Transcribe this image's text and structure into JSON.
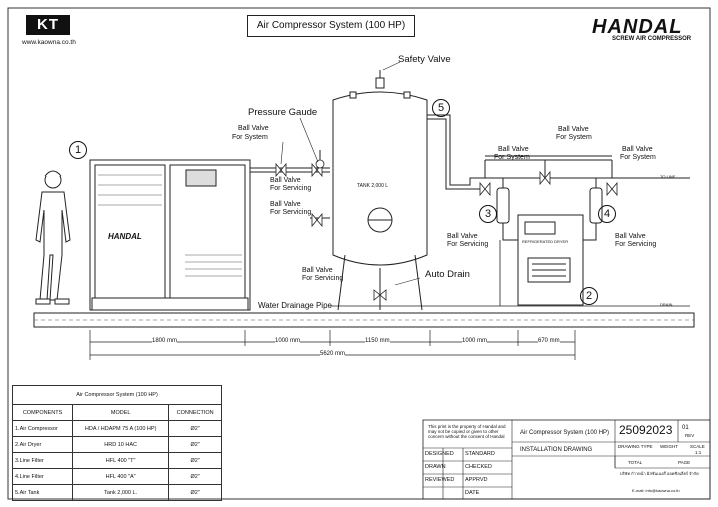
{
  "header": {
    "logo_text": "KT",
    "website": "www.kaowna.co.th",
    "title": "Air Compressor System (100 HP)",
    "brand_name": "HANDAL",
    "brand_tagline": "SCREW AIR COMPRESSOR"
  },
  "labels": {
    "safety_valve": "Safety Valve",
    "pressure_gauge": "Pressure Gaude",
    "ball_valve": "Ball Valve",
    "for_system": "For System",
    "for_servicing": "For Servicing",
    "auto_drain": "Auto Drain",
    "water_drainage_pipe": "Water Drainage Pipe",
    "to_line": "TO LINE",
    "drain": "DRAIN",
    "tank_text": "TANK 2,000 L",
    "dryer_text": "REFRIGERATED DRYER",
    "compressor_text": "HANDAL"
  },
  "callouts": [
    "1",
    "2",
    "3",
    "4",
    "5"
  ],
  "dimensions": {
    "d1": "1800 mm",
    "d2": "1000 mm",
    "d3": "1150 mm",
    "d4": "1000 mm",
    "d5": "670 mm",
    "total": "5620 mm"
  },
  "parts_table": {
    "title": "Air Compressor System (100 HP)",
    "headers": [
      "COMPONENTS",
      "MODEL",
      "CONNECTION"
    ],
    "rows": [
      [
        "1.Air Compressor",
        "HDA / HDAPM 75 A (100 HP)",
        "Ø2\""
      ],
      [
        "2.Air Dryer",
        "HRD 10 HAC",
        "Ø2\""
      ],
      [
        "3.Line Filter",
        "HFL 400 \"T\"",
        "Ø2\""
      ],
      [
        "4.Line Filter",
        "HFL 400 \"A\"",
        "Ø2\""
      ],
      [
        "5.Air Tank",
        "Tank 2,000 L.",
        "Ø2\""
      ]
    ]
  },
  "title_block": {
    "notice": "This print is the property of Handal and may not be copied or given to other concern without the consent of Handal",
    "drawing_title": "Air Compressor System (100 HP)",
    "drawing_type": "INSTALLATION DRAWING",
    "doc_number": "25092023",
    "rev": "01",
    "rev_label": "REV",
    "drawing_type_label": "DRAWING TYPE",
    "weight_label": "WEIGHT",
    "scale_label": "SCALE",
    "scale_value": "1:1",
    "total_label": "TOTAL",
    "page_label": "PAGE",
    "designed": "DESIGNED",
    "drawn": "DRAWN",
    "reviewed": "REVIEWED",
    "standard": "STANDARD",
    "checked": "CHECKED",
    "approved": "APPRVD",
    "date": "DATE",
    "address": "บริษัท กำวหน้า มิสชั่นเนอรี่ ออคซิลเลียร์ จำกัด",
    "email": "E-mail: info@kaowna.co.th"
  }
}
